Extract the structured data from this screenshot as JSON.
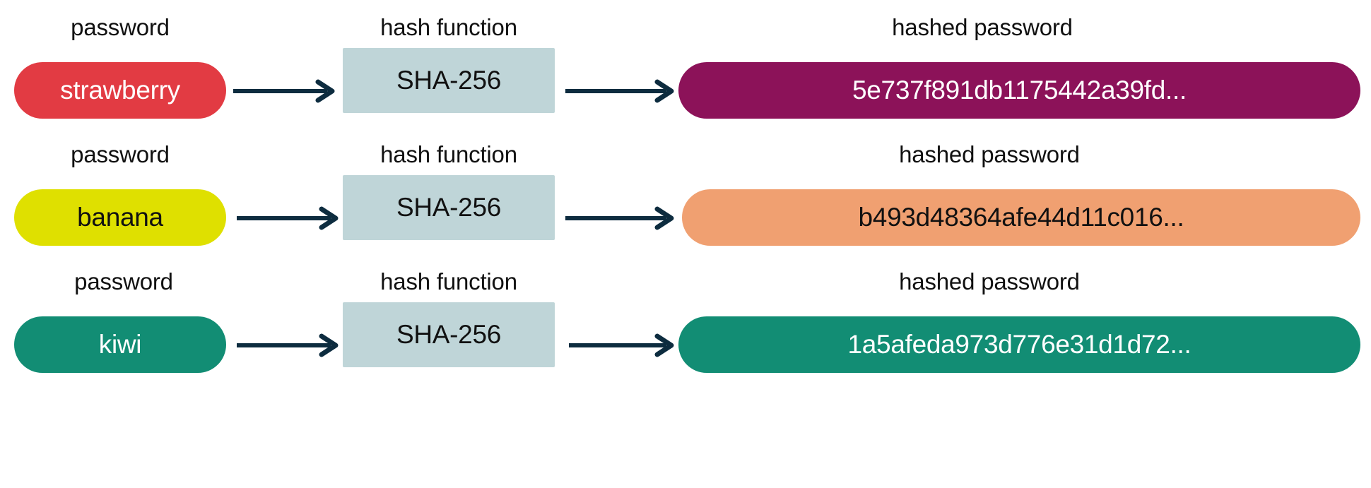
{
  "diagram": {
    "title_semantic": "password hashing flow",
    "colors": {
      "arrow": "#0d2c3f",
      "hash_box_bg": "#bfd5d8",
      "hash_box_text": "#111111",
      "caption_text": "#111111",
      "background": "#ffffff"
    },
    "captions": {
      "password": "password",
      "hash_function": "hash function",
      "hashed_password": "hashed password"
    },
    "rows": [
      {
        "id": "row-strawberry",
        "password": {
          "caption": "password",
          "value": "strawberry",
          "bg": "#e23b43",
          "fg": "#ffffff"
        },
        "hash_function": {
          "caption": "hash function",
          "value": "SHA-256",
          "bg": "#bfd5d8",
          "fg": "#111111"
        },
        "hashed_password": {
          "caption": "hashed password",
          "value": "5e737f891db1175442a39fd...",
          "bg": "#8c1259",
          "fg": "#ffffff"
        }
      },
      {
        "id": "row-banana",
        "password": {
          "caption": "password",
          "value": "banana",
          "bg": "#dfe000",
          "fg": "#111111"
        },
        "hash_function": {
          "caption": "hash function",
          "value": "SHA-256",
          "bg": "#bfd5d8",
          "fg": "#111111"
        },
        "hashed_password": {
          "caption": "hashed password",
          "value": "b493d48364afe44d11c016...",
          "bg": "#f0a071",
          "fg": "#111111"
        }
      },
      {
        "id": "row-kiwi",
        "password": {
          "caption": "password",
          "value": "kiwi",
          "bg": "#128d74",
          "fg": "#ffffff"
        },
        "hash_function": {
          "caption": "hash function",
          "value": "SHA-256",
          "bg": "#bfd5d8",
          "fg": "#111111"
        },
        "hashed_password": {
          "caption": "hashed password",
          "value": "1a5afeda973d776e31d1d72...",
          "bg": "#128d74",
          "fg": "#ffffff"
        }
      }
    ],
    "arrows": {
      "icon": "arrow-right-icon",
      "count_per_row": 2
    }
  }
}
